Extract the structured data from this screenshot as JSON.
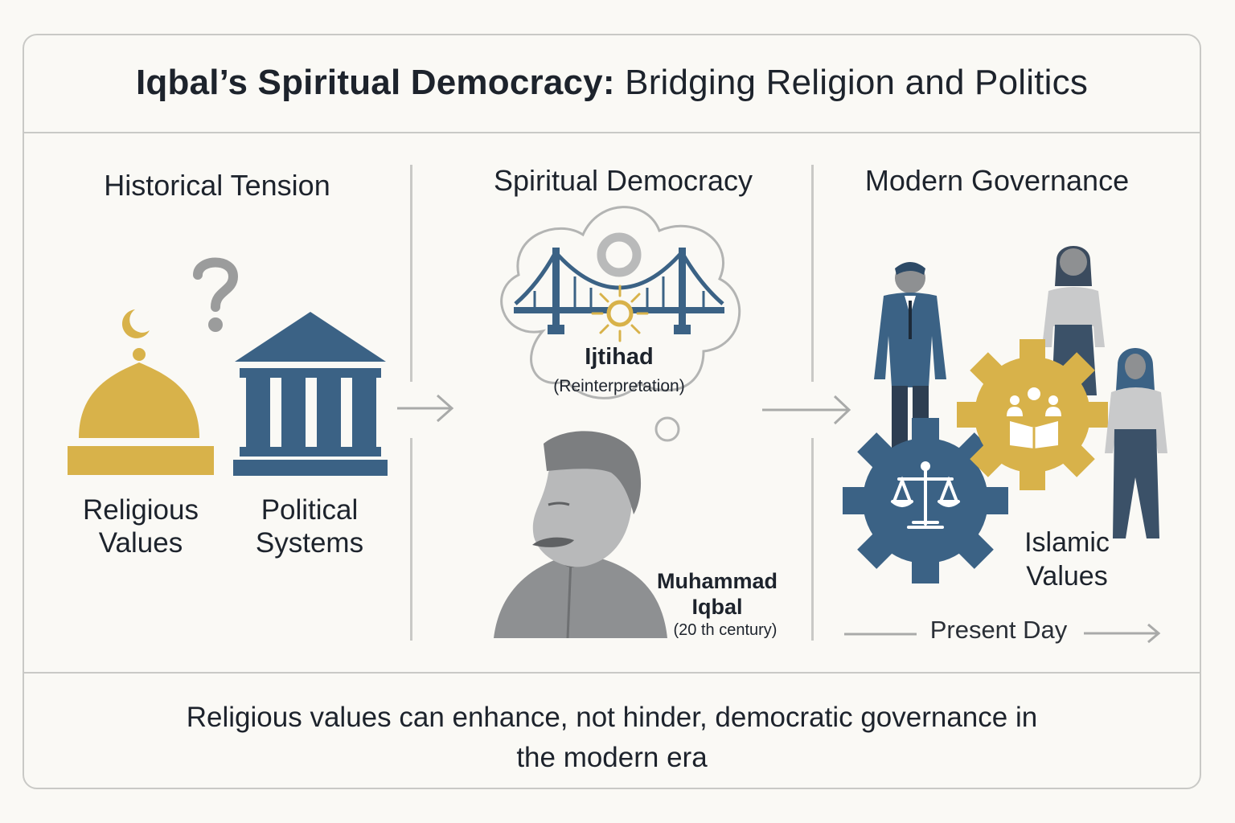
{
  "title": {
    "bold": "Iqbal’s Spiritual Democracy:",
    "rest": "Bridging Religion and Politics"
  },
  "sections": {
    "historical": {
      "heading": "Historical Tension",
      "religious_line1": "Religious",
      "religious_line2": "Values",
      "political_line1": "Political",
      "political_line2": "Systems"
    },
    "spiritual": {
      "heading": "Spiritual Democracy",
      "ijtihad": "Ijtihad",
      "ijtihad_sub": "(Reinterpretation)",
      "person_line1": "Muhammad",
      "person_line2": "Iqbal",
      "person_era": "(20 th century)"
    },
    "modern": {
      "heading": "Modern Governance",
      "values_line1": "Islamic",
      "values_line2": "Values",
      "timeline": "Present Day"
    }
  },
  "footer": {
    "line1": "Religious values can enhance, not hinder, democratic governance in",
    "line2": "the modern era"
  },
  "colors": {
    "gold": "#d8b24a",
    "blue": "#3b6285",
    "gray": "#8e9092",
    "light_gray": "#c9c9c6"
  },
  "icons": [
    "question-icon",
    "mosque-dome-icon",
    "government-building-icon",
    "bridge-icon",
    "sun-icon",
    "portrait-icon",
    "gear-icon",
    "scales-of-justice-icon",
    "family-book-icon",
    "people-icon",
    "arrow-right-icon"
  ]
}
